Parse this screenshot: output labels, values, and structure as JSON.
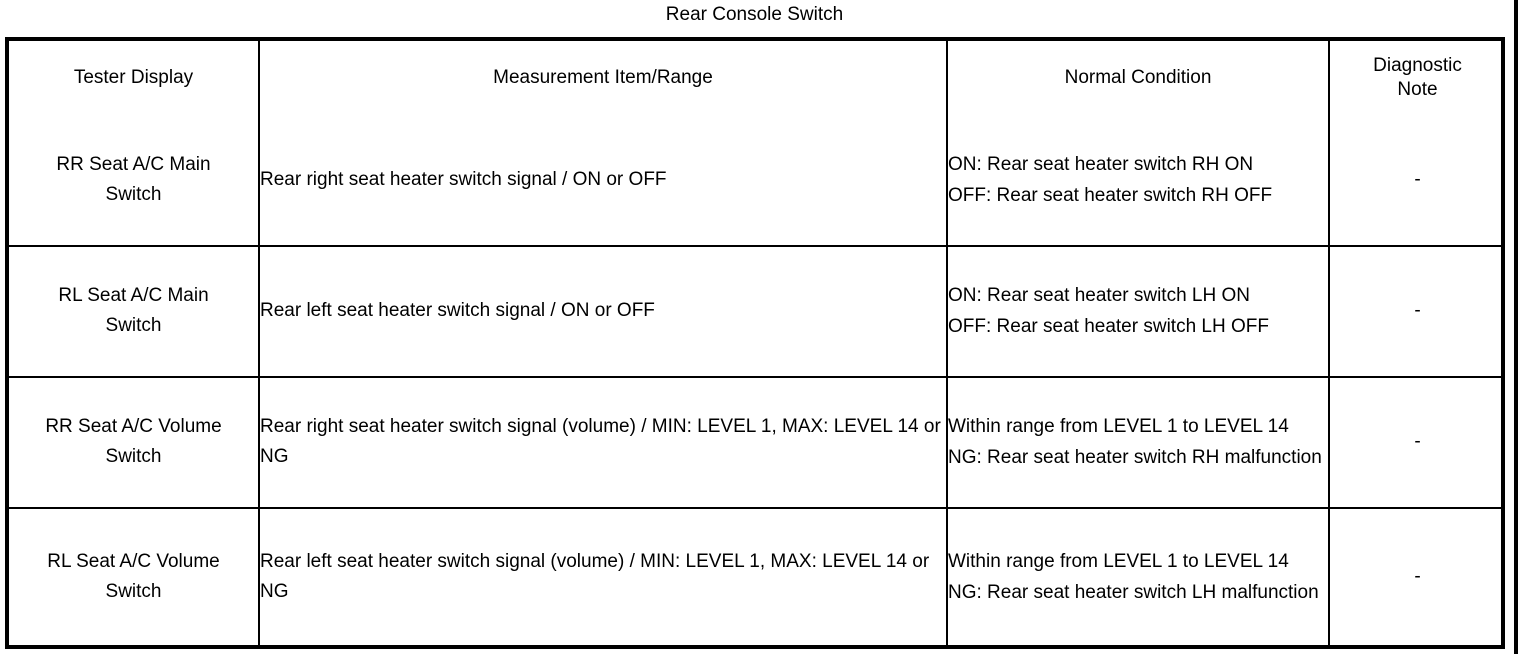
{
  "title": "Rear Console Switch",
  "table": {
    "headers": [
      {
        "label": "Tester Display"
      },
      {
        "label": "Measurement Item/Range"
      },
      {
        "label": "Normal Condition"
      },
      {
        "label": "Diagnostic\nNote"
      }
    ],
    "rows": [
      {
        "tester_display": "RR Seat A/C Main\nSwitch",
        "measurement": "Rear right seat heater switch signal / ON or OFF",
        "normal_condition": "ON: Rear seat heater switch RH ON\nOFF: Rear seat heater switch RH OFF",
        "diagnostic_note": "-"
      },
      {
        "tester_display": "RL Seat A/C Main\nSwitch",
        "measurement": "Rear left seat heater switch signal / ON or OFF",
        "normal_condition": "ON: Rear seat heater switch LH ON\nOFF: Rear seat heater switch LH OFF",
        "diagnostic_note": "-"
      },
      {
        "tester_display": "RR Seat A/C Volume\nSwitch",
        "measurement": "Rear right seat heater switch signal (volume) / MIN: LEVEL 1, MAX: LEVEL 14 or NG",
        "normal_condition": "Within range from LEVEL 1 to LEVEL 14\nNG: Rear seat heater switch RH malfunction",
        "diagnostic_note": "-"
      },
      {
        "tester_display": "RL Seat A/C Volume\nSwitch",
        "measurement": "Rear left seat heater switch signal (volume) / MIN: LEVEL 1, MAX: LEVEL 14 or NG",
        "normal_condition": "Within range from LEVEL 1 to LEVEL 14\nNG: Rear seat heater switch LH malfunction",
        "diagnostic_note": "-"
      }
    ]
  },
  "colors": {
    "text": "#000000",
    "background": "#ffffff",
    "border": "#000000"
  }
}
